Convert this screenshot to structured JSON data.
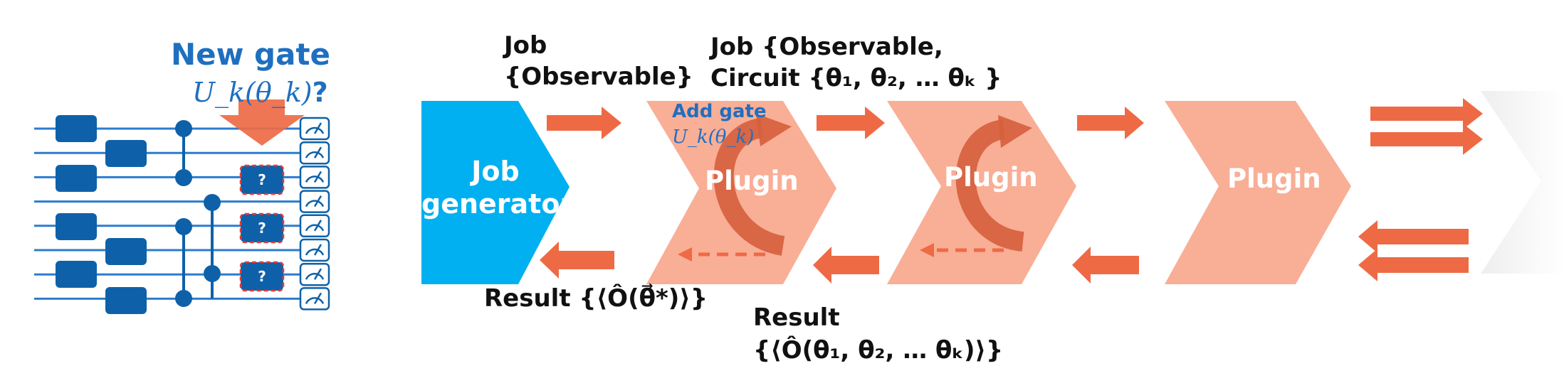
{
  "colors": {
    "job_generator": "#00b0f0",
    "plugin": "#f9ae96",
    "arrow": "#ee6a45",
    "curved_arrow": "#d65f3d",
    "gate_box": "#0e61a8",
    "title_blue": "#1f6fc0",
    "faded_plugin": "#eeeeee"
  },
  "circuit": {
    "title": "New gate",
    "gate_formula": "U_k(θ_k)",
    "question_mark": "?",
    "placeholder_gate_label": "?",
    "wire_count": 8,
    "icons": {
      "placeholder_gate": "dashed-question-box-icon",
      "measurement": "meter-icon",
      "insertion_arrow": "down-arrow-icon"
    }
  },
  "pipeline": {
    "job_generator_label": [
      "Job",
      "generator"
    ],
    "plugin_label": "Plugin",
    "top_label_1": [
      "Job",
      "{Observable}"
    ],
    "top_label_2": [
      "Job {Observable,",
      "Circuit {θ₁, θ₂, … θₖ }"
    ],
    "add_gate_label": "Add gate",
    "add_gate_formula": "U_k(θ_k)",
    "result_1": "Result {⟨Ô(θ⃗*)⟩}",
    "result_2_title": "Result",
    "result_2_value": "{⟨Ô(θ₁, θ₂, … θₖ)⟩}"
  }
}
